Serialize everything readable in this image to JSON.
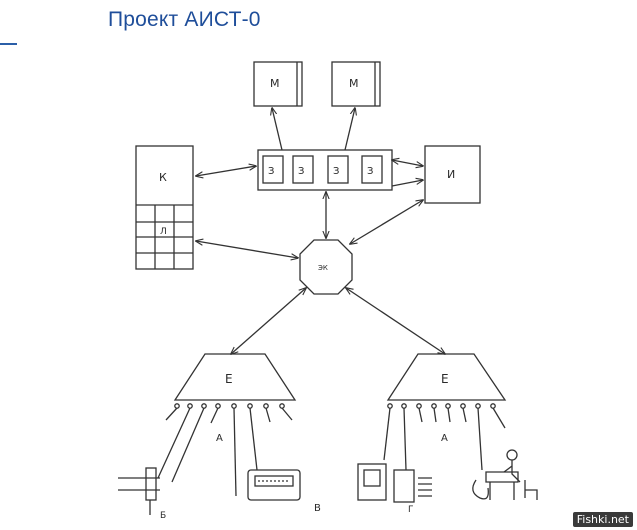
{
  "header": {
    "title": "Проект АИСТ-0"
  },
  "diagram": {
    "memory_label": "М",
    "switch_label": "З",
    "keyboard_label": "К",
    "keyboard_sub_label": "Л",
    "output_label": "И",
    "core_label": "ЭК",
    "concentrator_label": "Е",
    "line_label": "А",
    "device_labels": {
      "b": "Б",
      "v": "В",
      "g": "Г"
    }
  },
  "watermark": "Fishki.net"
}
